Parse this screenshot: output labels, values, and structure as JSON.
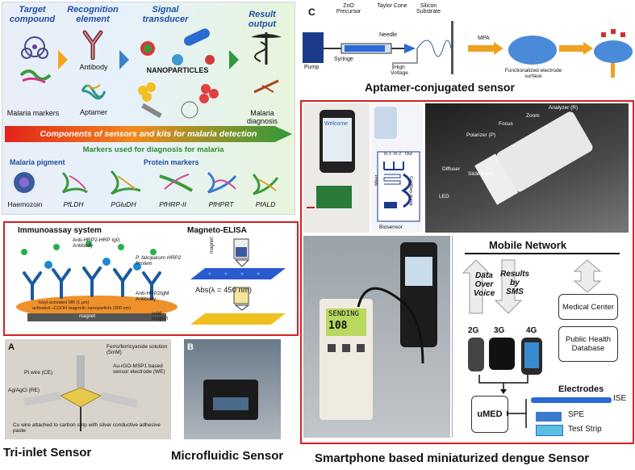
{
  "panel_top_left": {
    "col1_title": "Target compound",
    "col2_title": "Recognition element",
    "col3_title": "Signal transducer",
    "col4_title": "Result output",
    "malaria_markers": "Malaria markers",
    "antibody": "Antibody",
    "aptamer": "Aptamer",
    "nanoparticles": "NANOPARTICLES",
    "malaria_diagnosis": "Malaria diagnosis",
    "banner": "Components of sensors and kits for malaria detection",
    "markers_title": "Markers used for diagnosis for malaria",
    "pigment_title": "Malaria pigment",
    "protein_title": "Protein markers",
    "markers": [
      "Haemozoin",
      "PfLDH",
      "PGluDH",
      "PfHRP-II",
      "PfHPRT",
      "PfALD"
    ]
  },
  "immuno": {
    "title": "Immunoassay system",
    "magneto_title": "Magneto-ELISA",
    "anti_hrp2": "Anti-HRP2-HRP IgG Antibody",
    "pfalc": "P. falciparum HRP2 Protein",
    "anti_igm": "Anti-HRP2IgM Antibody",
    "tosyl": "tosyl-activated MB (1 µm)",
    "cooh": "activated –COOH magnetic nanoparticle (300 nm)",
    "magnet": "magnet",
    "solid": "solid support",
    "magnet_small": "magnet",
    "abs": "Abs(λ = 450 nm)"
  },
  "tri_inlet": {
    "letter": "A",
    "pt": "Pt wire (CE)",
    "ag": "Ag/AgCl (RE)",
    "ferro": "Ferro/ferricyanide solution (5mM)",
    "au": "Au-rGO-MSP1 based sensor electrode (WE)",
    "cu": "Cu wire attached to carbon strip with silver conductive adhesive paste",
    "caption": "Tri-inlet Sensor"
  },
  "microfluidic": {
    "letter": "B",
    "caption": "Microfluidic Sensor"
  },
  "aptamer": {
    "letter": "C",
    "zno": "ZnO Precursor",
    "taylor": "Taylor Cone",
    "silicon": "Silicon Substrate",
    "needle": "Needle",
    "syringe": "Syringe",
    "pump": "Pump",
    "high_voltage": "High Voltage",
    "mpa": "MPA",
    "functionalized": "Functionalized electrode surface",
    "title": "Aptamer-conjugated sensor"
  },
  "smartphone": {
    "welcome": "Welcome",
    "mixer": "Mixer",
    "biosensor": "Biosensor",
    "capillary": "Capillary pump",
    "in1": "In 1",
    "in2": "In 2",
    "out": "Out",
    "analyzer": "Analyzer (R)",
    "zoom": "Zoom",
    "focus": "Focus",
    "polarizer": "Polarizer (P)",
    "diffuser": "Diffuser",
    "slide": "Slide Rack",
    "led": "LED",
    "device_screen_top": "SENDING",
    "device_screen_val": "108",
    "mobile_network": "Mobile Network",
    "data_over_voice": "Data Over Voice",
    "results_sms": "Results by SMS",
    "g2": "2G",
    "g3": "3G",
    "g4": "4G",
    "medical": "Medical Center",
    "public": "Public Health Database",
    "umed": "uMED",
    "electrodes": "Electrodes",
    "ise": "ISE",
    "spe": "SPE",
    "strip": "Test Strip",
    "caption": "Smartphone based miniaturized dengue Sensor"
  }
}
